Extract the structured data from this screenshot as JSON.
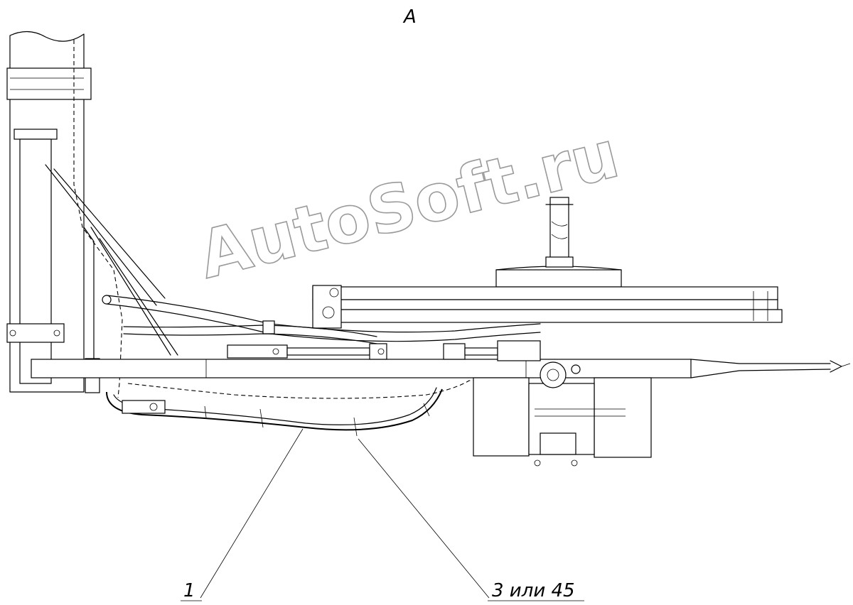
{
  "view_label": "A",
  "callouts": [
    {
      "id": "callout-1",
      "text": "1"
    },
    {
      "id": "callout-3-or-45",
      "text": "3 или 45"
    }
  ],
  "watermark": "AutoSoft.ru"
}
